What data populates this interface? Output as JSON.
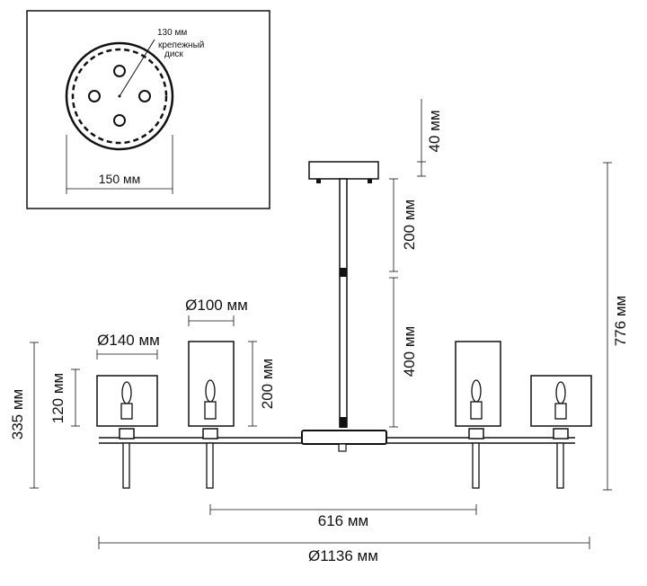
{
  "inset": {
    "disk_label_size": "130 мм",
    "disk_label_line1": "крепежный",
    "disk_label_line2": "диск",
    "base_diameter": "150 мм"
  },
  "dimensions": {
    "rod_top": "40 мм",
    "rod_upper": "200 мм",
    "rod_lower": "400 мм",
    "total_height": "776 мм",
    "shade_small_diameter": "Ø100 мм",
    "shade_large_diameter": "Ø140 мм",
    "shade_small_height": "200 мм",
    "shade_large_height": "120 мм",
    "arm_height": "335 мм",
    "inner_span": "616 мм",
    "overall_diameter": "Ø1136 мм"
  }
}
